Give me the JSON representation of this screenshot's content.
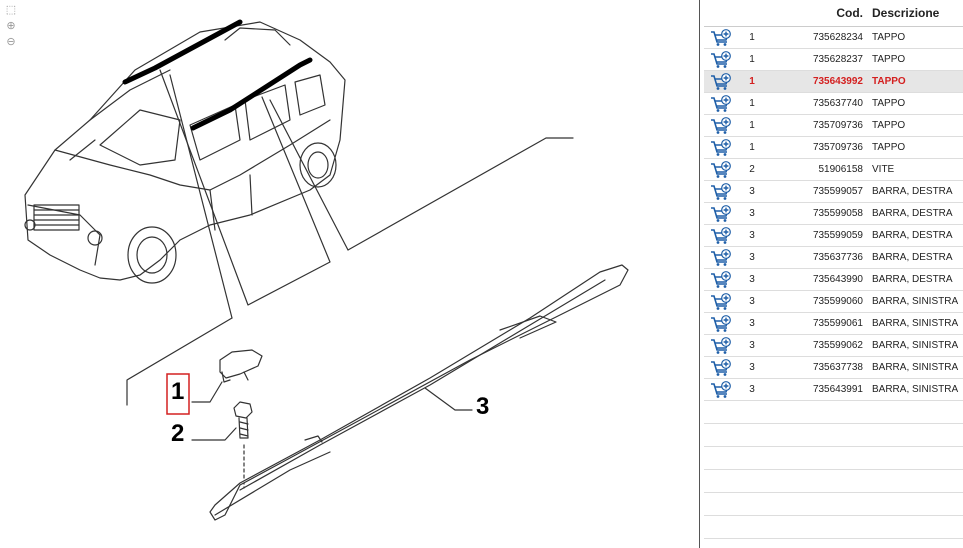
{
  "diagram": {
    "callouts": [
      "1",
      "2",
      "3"
    ],
    "tools": [
      "pointer-icon",
      "zoom-in-icon",
      "zoom-out-icon"
    ]
  },
  "parts_table": {
    "headers": {
      "cart": "",
      "qty": "",
      "code": "Cod.",
      "desc": "Descrizione"
    },
    "rows": [
      {
        "qty": "1",
        "code": "735628234",
        "desc": "TAPPO",
        "selected": false
      },
      {
        "qty": "1",
        "code": "735628237",
        "desc": "TAPPO",
        "selected": false
      },
      {
        "qty": "1",
        "code": "735643992",
        "desc": "TAPPO",
        "selected": true
      },
      {
        "qty": "1",
        "code": "735637740",
        "desc": "TAPPO",
        "selected": false
      },
      {
        "qty": "1",
        "code": "735709736",
        "desc": "TAPPO",
        "selected": false
      },
      {
        "qty": "1",
        "code": "735709736",
        "desc": "TAPPO",
        "selected": false
      },
      {
        "qty": "2",
        "code": "51906158",
        "desc": "VITE",
        "selected": false
      },
      {
        "qty": "3",
        "code": "735599057",
        "desc": "BARRA, DESTRA",
        "selected": false
      },
      {
        "qty": "3",
        "code": "735599058",
        "desc": "BARRA, DESTRA",
        "selected": false
      },
      {
        "qty": "3",
        "code": "735599059",
        "desc": "BARRA, DESTRA",
        "selected": false
      },
      {
        "qty": "3",
        "code": "735637736",
        "desc": "BARRA, DESTRA",
        "selected": false
      },
      {
        "qty": "3",
        "code": "735643990",
        "desc": "BARRA, DESTRA",
        "selected": false
      },
      {
        "qty": "3",
        "code": "735599060",
        "desc": "BARRA, SINISTRA",
        "selected": false
      },
      {
        "qty": "3",
        "code": "735599061",
        "desc": "BARRA, SINISTRA",
        "selected": false
      },
      {
        "qty": "3",
        "code": "735599062",
        "desc": "BARRA, SINISTRA",
        "selected": false
      },
      {
        "qty": "3",
        "code": "735637738",
        "desc": "BARRA, SINISTRA",
        "selected": false
      },
      {
        "qty": "3",
        "code": "735643991",
        "desc": "BARRA, SINISTRA",
        "selected": false
      }
    ],
    "cart_icon": "add-to-cart-icon"
  },
  "colors": {
    "selected_text": "#d42020",
    "selected_bg": "#e6e6e6",
    "callout_box": "#d42020",
    "cart_blue": "#1f5fa8"
  }
}
